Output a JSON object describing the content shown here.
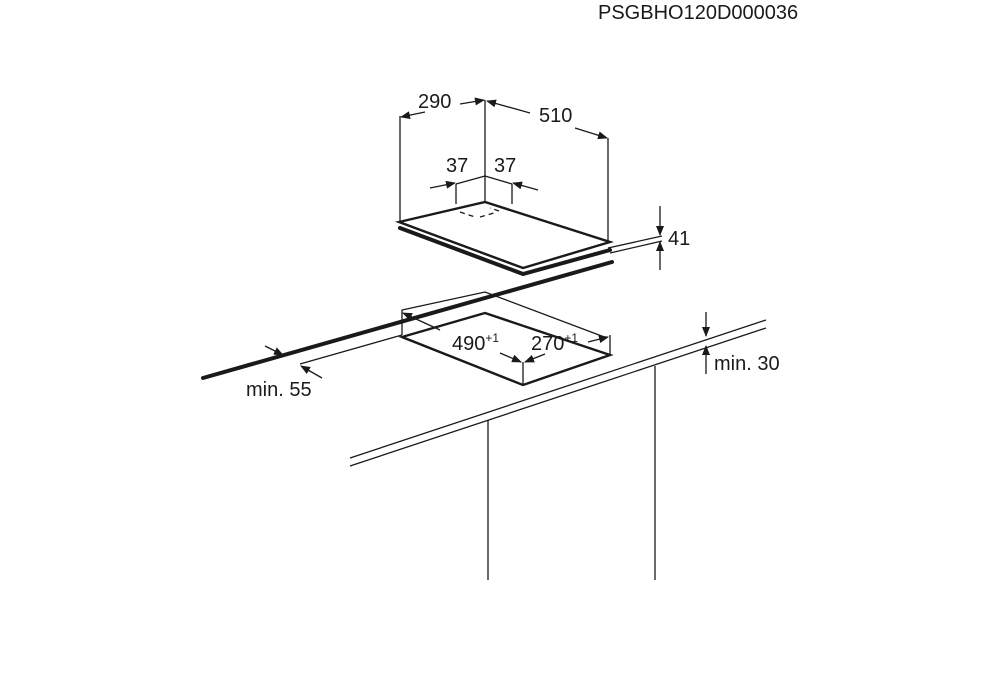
{
  "document_code": "PSGBHO120D000036",
  "hob_dimensions": {
    "depth": "290",
    "width": "510",
    "inset_left": "37",
    "inset_right": "37",
    "height": "41"
  },
  "cutout_dimensions": {
    "width": "490",
    "width_tolerance": "+1",
    "depth": "270",
    "depth_tolerance": "+1",
    "min_front_distance": "min. 55",
    "min_worktop_thickness": "min. 30"
  },
  "colors": {
    "line": "#1a1a1a",
    "background": "#ffffff"
  }
}
